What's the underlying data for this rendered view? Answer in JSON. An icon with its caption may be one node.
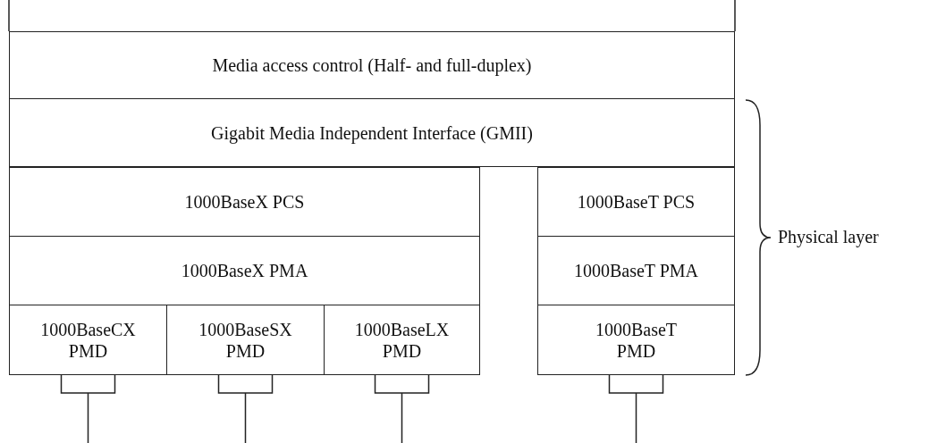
{
  "diagram": {
    "nodes": [
      {
        "text": [
          "Media access control (Half- and full-duplex)"
        ]
      },
      {
        "text": [
          "Gigabit Media Independent Interface (GMII)"
        ]
      },
      {
        "text": [
          "1000BaseX PCS"
        ]
      },
      {
        "text": [
          "1000BaseX PMA"
        ]
      },
      {
        "text": [
          "1000BaseCX PMD"
        ]
      },
      {
        "text": [
          "1000BaseSX PMD"
        ]
      },
      {
        "text": [
          "1000BaseLX PMD"
        ]
      },
      {
        "text": [
          "1000BaseT PCS"
        ]
      },
      {
        "text": [
          "1000BaseT PMA"
        ]
      },
      {
        "text": [
          "1000BaseT PMD"
        ]
      }
    ],
    "edges": [
      {
        "from": 4,
        "to": null,
        "arrow": "none"
      },
      {
        "from": 5,
        "to": null,
        "arrow": "none"
      },
      {
        "from": 6,
        "to": null,
        "arrow": "none"
      },
      {
        "from": 9,
        "to": null,
        "arrow": "none"
      }
    ],
    "labels": [
      "Physical layer"
    ]
  }
}
